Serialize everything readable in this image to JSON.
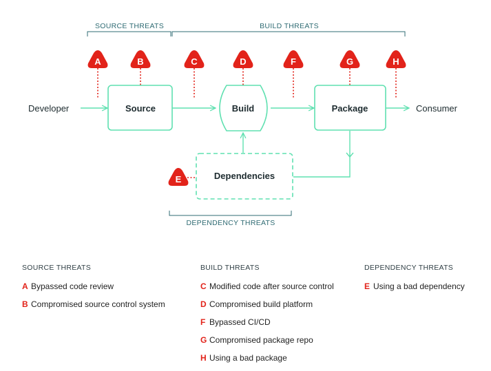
{
  "groups": {
    "source": "SOURCE THREATS",
    "build": "BUILD THREATS",
    "dependency": "DEPENDENCY THREATS"
  },
  "nodes": {
    "developer": "Developer",
    "source": "Source",
    "build": "Build",
    "package": "Package",
    "consumer": "Consumer",
    "dependencies": "Dependencies"
  },
  "markers": {
    "a": "A",
    "b": "B",
    "c": "C",
    "d": "D",
    "e": "E",
    "f": "F",
    "g": "G",
    "h": "H"
  },
  "legend": {
    "source": {
      "heading": "SOURCE THREATS",
      "items": [
        {
          "letter": "A",
          "text": "Bypassed code review"
        },
        {
          "letter": "B",
          "text": "Compromised source control system"
        }
      ]
    },
    "build": {
      "heading": "BUILD THREATS",
      "items": [
        {
          "letter": "C",
          "text": "Modified code after source control"
        },
        {
          "letter": "D",
          "text": "Compromised build platform"
        },
        {
          "letter": "F",
          "text": "Bypassed CI/CD"
        },
        {
          "letter": "G",
          "text": "Compromised package repo"
        },
        {
          "letter": "H",
          "text": "Using a bad package"
        }
      ]
    },
    "dependency": {
      "heading": "DEPENDENCY THREATS",
      "items": [
        {
          "letter": "E",
          "text": "Using a bad dependency"
        }
      ]
    }
  },
  "colors": {
    "flow": "#5fe0b0",
    "threat": "#e2231a",
    "bracket": "#2f6b73",
    "node_text": "#1d2b2f"
  }
}
